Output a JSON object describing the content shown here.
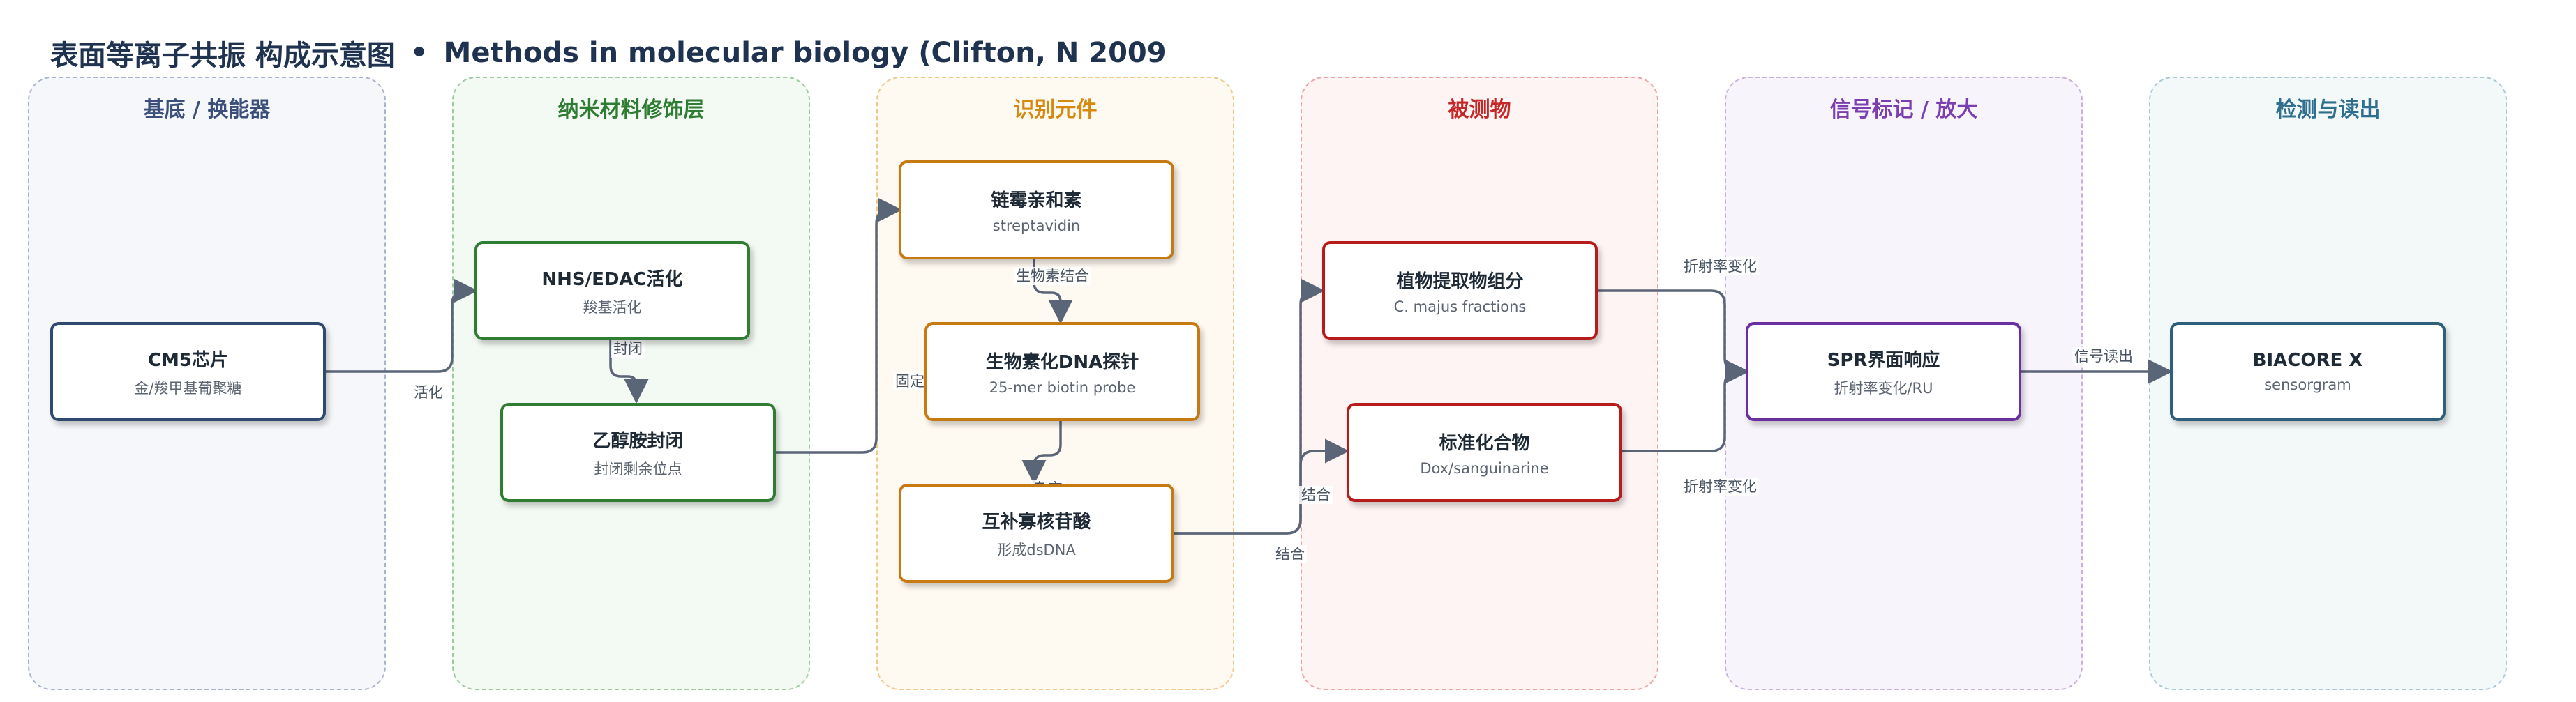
{
  "title": {
    "main": "表面等离子共振 构成示意图",
    "separator": "•",
    "sub": "Methods in molecular biology (Clifton, N 2009"
  },
  "lanes": [
    {
      "label": "基底 / 换能器",
      "color": "#3b4f7a",
      "bg": "#f6f7fb",
      "border": "#a9b4cc"
    },
    {
      "label": "纳米材料修饰层",
      "color": "#2e7d32",
      "bg": "#f3f9f3",
      "border": "#9ccc9e"
    },
    {
      "label": "识别元件",
      "color": "#d68910",
      "bg": "#fffaf1",
      "border": "#f0c98a"
    },
    {
      "label": "被测物",
      "color": "#c62828",
      "bg": "#fff4f4",
      "border": "#eea3a3"
    },
    {
      "label": "信号标记 / 放大",
      "color": "#7b3fb0",
      "bg": "#f8f4fc",
      "border": "#c9b0e0"
    },
    {
      "label": "检测与读出",
      "color": "#2f6f8f",
      "bg": "#f3f8f9",
      "border": "#a9c9d4"
    }
  ],
  "nodes": {
    "cm5": {
      "title": "CM5芯片",
      "subtitle": "金/羧甲基葡聚糖",
      "color": "#2f4a6e"
    },
    "nhs": {
      "title": "NHS/EDAC活化",
      "subtitle": "羧基活化",
      "color": "#2e7d32"
    },
    "ethanolamine": {
      "title": "乙醇胺封闭",
      "subtitle": "封闭剩余位点",
      "color": "#2e7d32"
    },
    "streptavidin": {
      "title": "链霉亲和素",
      "subtitle": "streptavidin",
      "color": "#c77a12"
    },
    "probe": {
      "title": "生物素化DNA探针",
      "subtitle": "25-mer biotin probe",
      "color": "#c77a12"
    },
    "dsdna": {
      "title": "互补寡核苷酸",
      "subtitle": "形成dsDNA",
      "color": "#c77a12"
    },
    "plant": {
      "title": "植物提取物组分",
      "subtitle": "C. majus fractions",
      "color": "#b71c1c"
    },
    "standard": {
      "title": "标准化合物",
      "subtitle": "Dox/sanguinarine",
      "color": "#b71c1c"
    },
    "spr": {
      "title": "SPR界面响应",
      "subtitle": "折射率变化/RU",
      "color": "#6a2fa0"
    },
    "biacore": {
      "title": "BIACORE X",
      "subtitle": "sensorgram",
      "color": "#2f5f7a"
    }
  },
  "edges": {
    "activate": "活化",
    "block": "封闭",
    "immobilize": "固定",
    "biotin_binding": "生物素结合",
    "hybridize": "杂交",
    "bind_plant": "结合",
    "bind_standard": "结合",
    "ri_change_1": "折射率变化",
    "ri_change_2": "折射率变化",
    "signal_readout": "信号读出"
  },
  "edge_color": "#5a6578"
}
